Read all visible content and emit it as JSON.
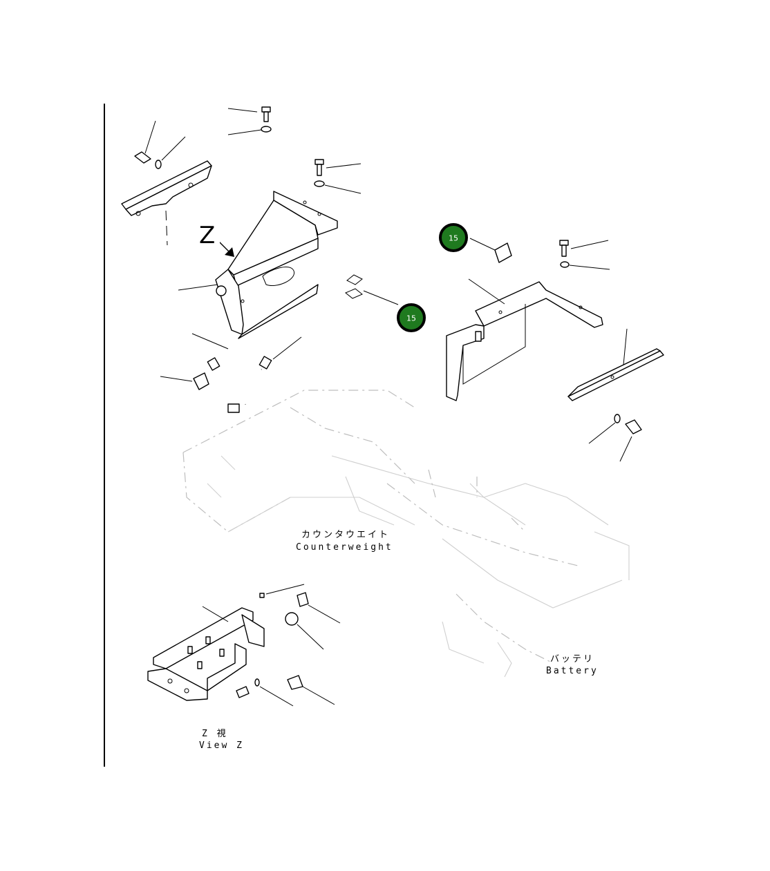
{
  "callouts": [
    {
      "id": "callout-1",
      "label": "15"
    },
    {
      "id": "callout-2",
      "label": "15"
    }
  ],
  "labels": {
    "z_marker": "Z",
    "counterweight_jp": "カウンタウエイト",
    "counterweight_en": "Counterweight",
    "battery_jp": "バッテリ",
    "battery_en": "Battery",
    "view_jp": "Z 視",
    "view_en": "View Z"
  },
  "colors": {
    "callout_fill": "#1f7a1f",
    "callout_border": "#000000",
    "line": "#000000",
    "ghost_line": "#bdbdbd",
    "background": "#ffffff"
  }
}
